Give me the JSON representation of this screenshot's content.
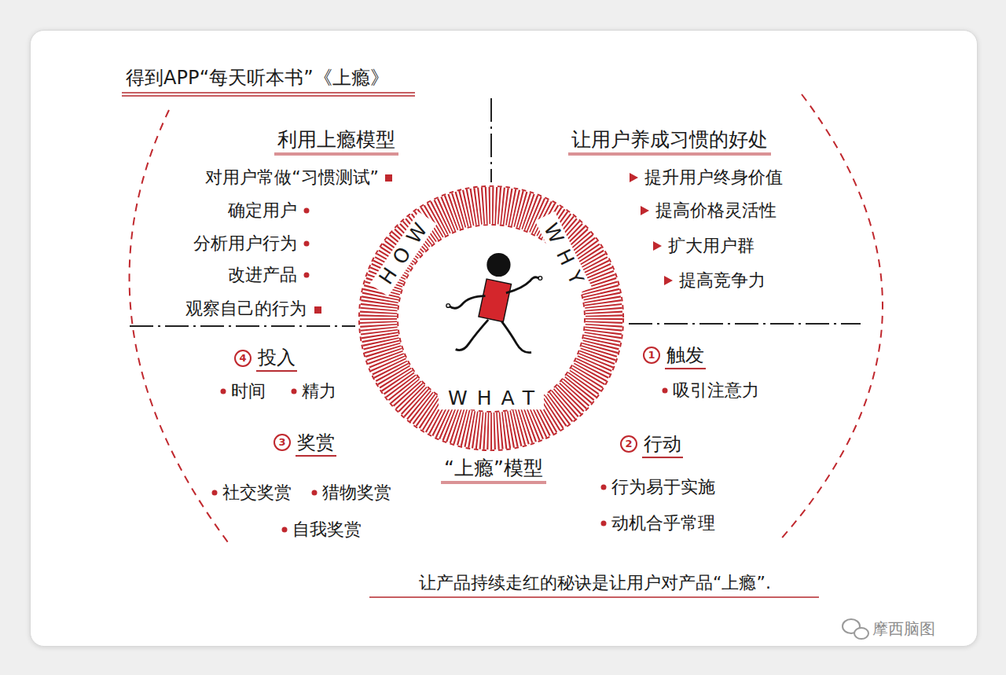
{
  "diagram": {
    "title": "得到APP“每天听本书”《上瘾》",
    "caption": "让产品持续走红的秘诀是让用户对产品“上瘾”.",
    "nodes": [
      {
        "text": [
          "HOW",
          "WHY",
          "WHAT"
        ]
      }
    ],
    "labels": [
      "利用上瘾模型",
      "对用户常做“习惯测试”",
      "确定用户",
      "分析用户行为",
      "改进产品",
      "观察自己的行为",
      "让用户养成习惯的好处",
      "提升用户终身价值",
      "提高价格灵活性",
      "扩大用户群",
      "提高竞争力",
      "4",
      "投入",
      "时间",
      "精力",
      "1",
      "触发",
      "吸引注意力",
      "3",
      "奖赏",
      "社交奖赏",
      "猎物奖赏",
      "自我奖赏",
      "2",
      "行动",
      "行为易于实施",
      "动机合乎常理",
      "“上瘾”模型",
      "摩西脑图"
    ]
  }
}
